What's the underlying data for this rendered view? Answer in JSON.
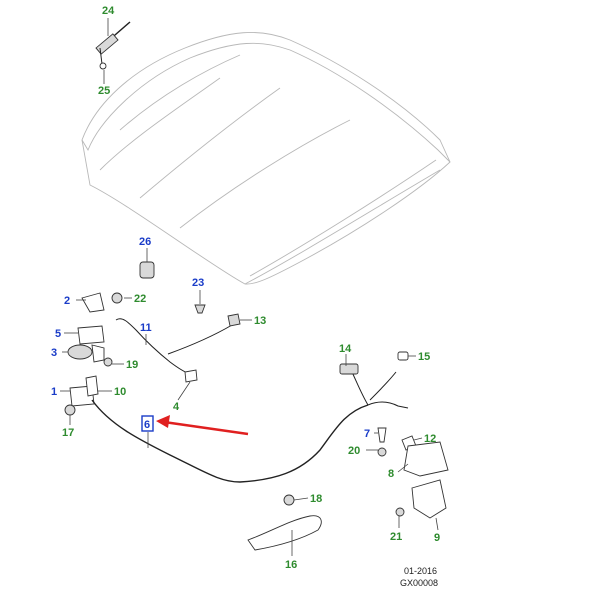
{
  "callouts": {
    "c1": "1",
    "c2": "2",
    "c3": "3",
    "c4": "4",
    "c5": "5",
    "c6": "6",
    "c7": "7",
    "c8": "8",
    "c9": "9",
    "c10": "10",
    "c11": "11",
    "c12": "12",
    "c13": "13",
    "c14": "14",
    "c15": "15",
    "c16": "16",
    "c17": "17",
    "c18": "18",
    "c19": "19",
    "c20": "20",
    "c21": "21",
    "c22": "22",
    "c23": "23",
    "c24": "24",
    "c25": "25",
    "c26": "26"
  },
  "footer": {
    "date": "01-2016",
    "code": "GX00008"
  },
  "colors": {
    "blue_callout": "#1a3cc8",
    "green_callout": "#2e8b2e",
    "highlight_arrow": "#e02020",
    "hood_outline": "#b8b8b8"
  }
}
